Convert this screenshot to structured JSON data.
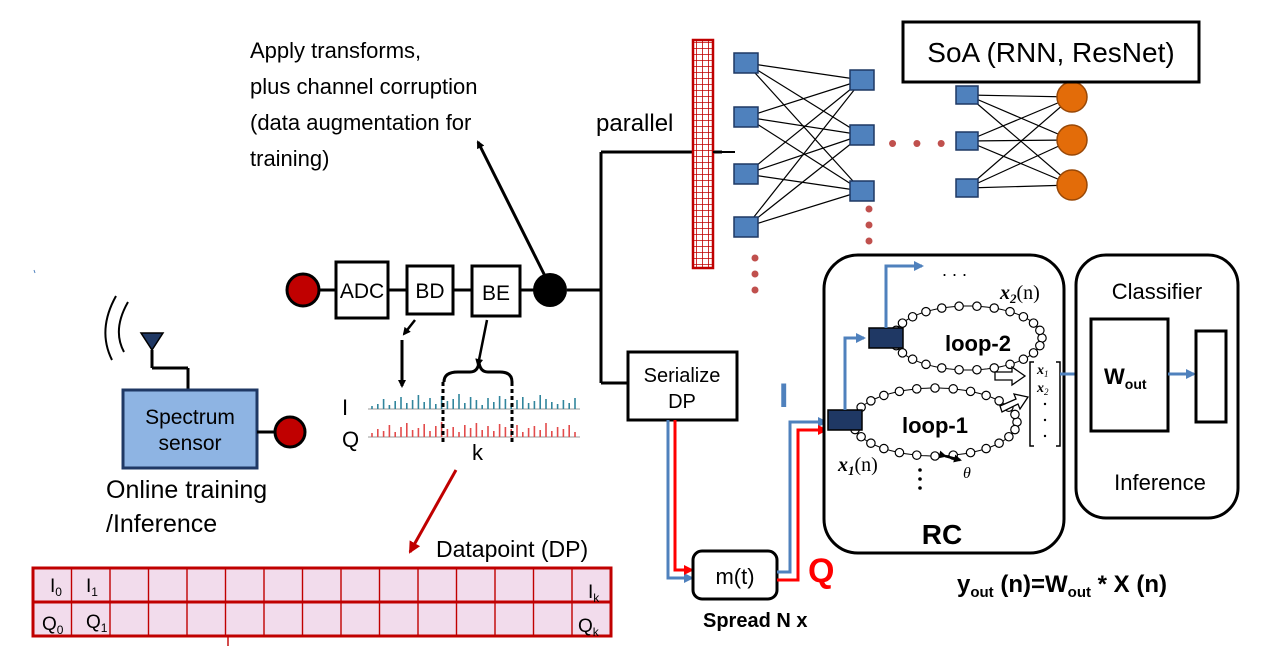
{
  "annotations": {
    "apply_line1": "Apply transforms,",
    "apply_line2": "plus channel corruption",
    "apply_line3": "(data augmentation for",
    "apply_line4": "training)",
    "parallel": "parallel",
    "online_line1": "Online training",
    "online_line2": "/Inference",
    "k_label": "k",
    "i_label": "I",
    "q_label": "Q",
    "datapoint": "Datapoint (DP)",
    "spread": "Spread N x",
    "i_big": "I",
    "q_big": "Q",
    "dots": ". . .",
    "ellipsis_dots": "• • •"
  },
  "blocks": {
    "adc": "ADC",
    "bd": "BD",
    "be": "BE",
    "spectrum_line1": "Spectrum",
    "spectrum_line2": "sensor",
    "serialize_line1": "Serialize",
    "serialize_line2": "DP",
    "modulator": "m(t)",
    "soa": "SoA (RNN, ResNet)",
    "loop1": "loop-1",
    "loop2": "loop-2",
    "x1n": "x",
    "x1sub": "1",
    "x1arg": "(n)",
    "x2n": "x",
    "x2sub": "2",
    "x2arg": "(n)",
    "theta": "θ",
    "rc": "RC",
    "classifier": "Classifier",
    "inference": "Inference",
    "wout": "W",
    "wout_sub": "out",
    "vec_x1": "x",
    "vec_x1_sub": "1",
    "vec_x2": "x",
    "vec_x2_sub": "2"
  },
  "equation": {
    "y": "y",
    "y_sub": "out",
    "rest1": " (n)=W",
    "w_sub": "out",
    "rest2": " * X (n)"
  },
  "datapoint_cells": {
    "i0": "I",
    "i0_sub": "0",
    "i1": "I",
    "i1_sub": "1",
    "ik": "I",
    "ik_sub": "k",
    "q0": "Q",
    "q0_sub": "0",
    "q1": "Q",
    "q1_sub": "1",
    "qk": "Q",
    "qk_sub": "k"
  },
  "colors": {
    "dark_red": "#c00000",
    "bright_red": "#ff0000",
    "blue_line": "#4f81bd",
    "node_blue": "#4f81bd",
    "node_dark": "#1f3864",
    "orange": "#e36c09",
    "sensor_fill": "#8eb4e3",
    "dp_fill": "#f2dcec",
    "dot_red": "#c0504d",
    "spec_blue": "#31859c",
    "spec_red": "#e24b4b"
  }
}
